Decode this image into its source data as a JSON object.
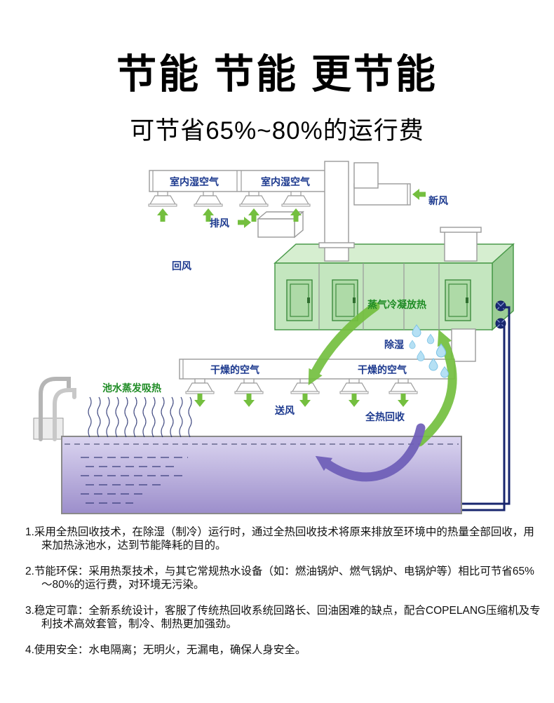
{
  "header": {
    "title": "节能 节能 更节能",
    "subtitle": "可节省65%~80%的运行费"
  },
  "diagram": {
    "indoor_humid_air_left": "室内湿空气",
    "indoor_humid_air_right": "室内湿空气",
    "exhaust_air": "排风",
    "fresh_air": "新风",
    "return_air": "回风",
    "steam_condense_heat": "蒸气冷凝放热",
    "dehumidify": "除湿",
    "dry_air_left": "干燥的空气",
    "dry_air_right": "干燥的空气",
    "pool_evaporation_heat": "池水蒸发吸热",
    "supply_air": "送风",
    "total_heat_recovery": "全热回收",
    "colors": {
      "label_blue": "#1d3a8f",
      "label_green": "#1f8c25",
      "arrow_green": "#74bf3f",
      "machine_green": "#c4e6bf",
      "pool_purple": "#9c8ecb",
      "pipe_navy": "#18266e",
      "recovery_purple": "#6e5eb8"
    }
  },
  "notes": {
    "items": [
      "1.采用全热回收技术，在除湿（制冷）运行时，通过全热回收技术将原来排放至环境中的热量全部回收，用来加热泳池水，达到节能降耗的目的。",
      "2.节能环保：采用热泵技术，与其它常规热水设备（如：燃油锅炉、燃气锅炉、电锅炉等）相比可节省65%～80%的运行费，对环境无污染。",
      "3.稳定可靠：全新系统设计，客服了传统热回收系统回路长、回油困难的缺点，配合COPELANG压缩机及专利技术高效套管，制冷、制热更加强劲。",
      "4.使用安全：水电隔离；无明火，无漏电，确保人身安全。"
    ]
  }
}
